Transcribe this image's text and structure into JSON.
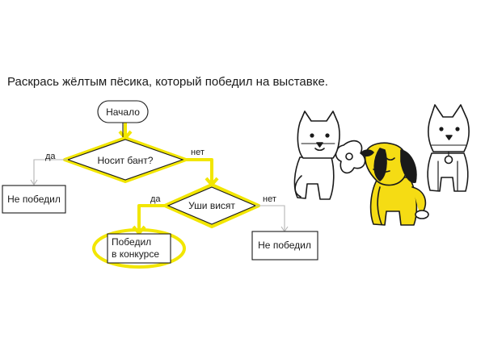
{
  "task": "Раскрась жёлтым пёсика, который победил на выставке.",
  "flowchart": {
    "start": "Начало",
    "decision1": "Носит бант?",
    "decision2": "Уши висят",
    "yes": "да",
    "no": "нет",
    "lose1": "Не победил",
    "lose2": "Не победил",
    "win_line1": "Победил",
    "win_line2": "в конкурсе"
  },
  "colors": {
    "highlight": "#f2e600",
    "line": "#1a1a1a",
    "gray_line": "#b5b5b5",
    "winner_dog": "#f5dc14"
  },
  "dogs": [
    {
      "name": "dog-with-bow",
      "icon": "dog-with-bow-icon",
      "color": "white"
    },
    {
      "name": "dog-floppy-ears",
      "icon": "dog-floppy-ears-icon",
      "color": "yellow"
    },
    {
      "name": "dog-pointy-ears",
      "icon": "dog-pointy-ears-icon",
      "color": "white"
    }
  ]
}
